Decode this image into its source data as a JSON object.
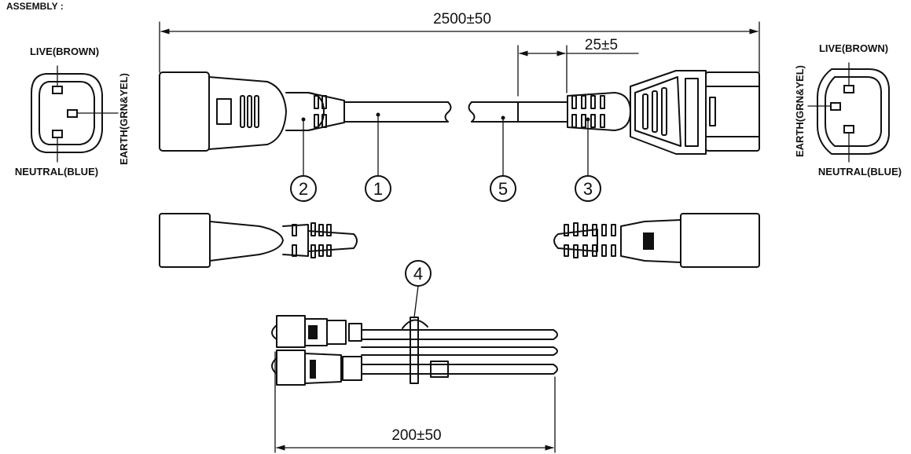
{
  "header": {
    "title": "ASSEMBLY :"
  },
  "dimensions": {
    "overall_length": "2500±50",
    "strip_length": "25±5",
    "coil_length": "200±50"
  },
  "left_plug": {
    "live": "LIVE(BROWN)",
    "earth": "EARTH(GRN&YEL)",
    "neutral": "NEUTRAL(BLUE)"
  },
  "right_plug": {
    "live": "LIVE(BROWN)",
    "earth": "EARTH(GRN&YEL)",
    "neutral": "NEUTRAL(BLUE)"
  },
  "callouts": [
    "1",
    "2",
    "3",
    "4",
    "5"
  ]
}
